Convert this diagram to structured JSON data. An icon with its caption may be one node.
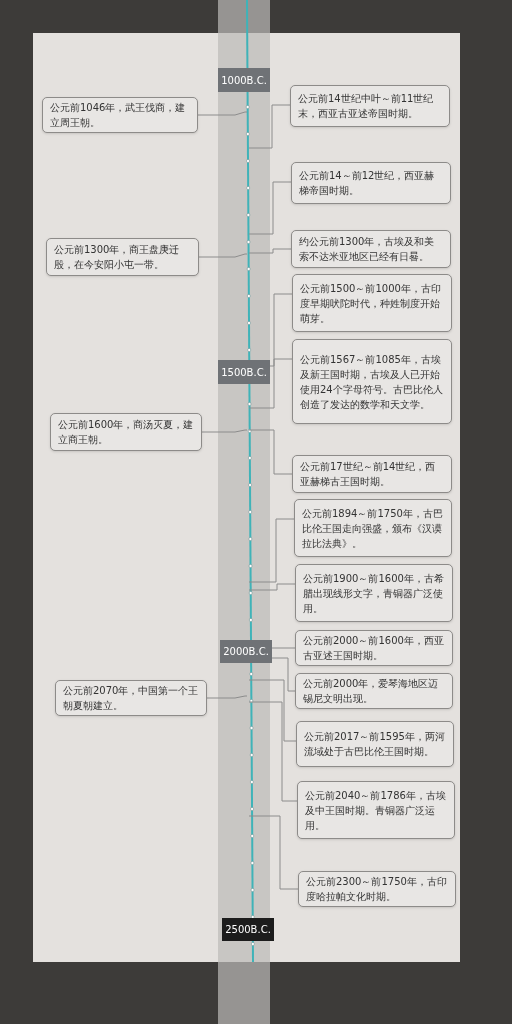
{
  "diagram": {
    "nodes": [
      {
        "text": [
          "1000B.C."
        ]
      },
      {
        "text": [
          "公元前1046年，武王伐商，建立周王朝。"
        ]
      },
      {
        "text": [
          "公元前14世纪中叶～前11世纪末，西亚古亚述帝国时期。"
        ]
      },
      {
        "text": [
          "公元前14～前12世纪，西亚赫梯帝国时期。"
        ]
      },
      {
        "text": [
          "公元前1300年，商王盘庚迁殷，在今安阳小屯一带。"
        ]
      },
      {
        "text": [
          "约公元前1300年，古埃及和美索不达米亚地区已经有日晷。"
        ]
      },
      {
        "text": [
          "公元前1500～前1000年，古印度早期吠陀时代，种姓制度开始萌芽。"
        ]
      },
      {
        "text": [
          "1500B.C."
        ]
      },
      {
        "text": [
          "公元前1567～前1085年，古埃及新王国时期，古埃及人已开始使用24个字母符号。古巴比伦人创造了发达的数学和天文学。"
        ]
      },
      {
        "text": [
          "公元前1600年，商汤灭夏，建立商王朝。"
        ]
      },
      {
        "text": [
          "公元前17世纪～前14世纪，西亚赫梯古王国时期。"
        ]
      },
      {
        "text": [
          "公元前1894～前1750年，古巴比伦王国走向强盛，颁布《汉谟拉比法典》。"
        ]
      },
      {
        "text": [
          "公元前1900～前1600年，古希腊出现线形文字，青铜器广泛使用。"
        ]
      },
      {
        "text": [
          "2000B.C."
        ]
      },
      {
        "text": [
          "公元前2000～前1600年，西亚古亚述王国时期。"
        ]
      },
      {
        "text": [
          "公元前2000年，爱琴海地区迈锡尼文明出现。"
        ]
      },
      {
        "text": [
          "公元前2070年，中国第一个王朝夏朝建立。"
        ]
      },
      {
        "text": [
          "公元前2017～前1595年，两河流域处于古巴比伦王国时期。"
        ]
      },
      {
        "text": [
          "公元前2040～前1786年，古埃及中王国时期。青铜器广泛运用。"
        ]
      },
      {
        "text": [
          "公元前2300～前1750年，古印度哈拉帕文化时期。"
        ]
      },
      {
        "text": [
          "2500B.C."
        ]
      }
    ],
    "edges": [
      {
        "from": 1,
        "to": null,
        "arrow": "none"
      },
      {
        "from": 2,
        "to": null,
        "arrow": "none"
      },
      {
        "from": 3,
        "to": null,
        "arrow": "none"
      },
      {
        "from": 4,
        "to": null,
        "arrow": "none"
      },
      {
        "from": 5,
        "to": null,
        "arrow": "none"
      },
      {
        "from": 6,
        "to": 7,
        "arrow": "none"
      },
      {
        "from": 8,
        "to": null,
        "arrow": "none"
      },
      {
        "from": 9,
        "to": null,
        "arrow": "none"
      },
      {
        "from": 10,
        "to": null,
        "arrow": "none"
      },
      {
        "from": 11,
        "to": null,
        "arrow": "none"
      },
      {
        "from": 12,
        "to": null,
        "arrow": "none"
      },
      {
        "from": 14,
        "to": 13,
        "arrow": "none"
      },
      {
        "from": 15,
        "to": 13,
        "arrow": "none"
      },
      {
        "from": 16,
        "to": null,
        "arrow": "none"
      },
      {
        "from": 17,
        "to": null,
        "arrow": "none"
      },
      {
        "from": 18,
        "to": null,
        "arrow": "none"
      },
      {
        "from": 19,
        "to": null,
        "arrow": "none"
      }
    ]
  }
}
